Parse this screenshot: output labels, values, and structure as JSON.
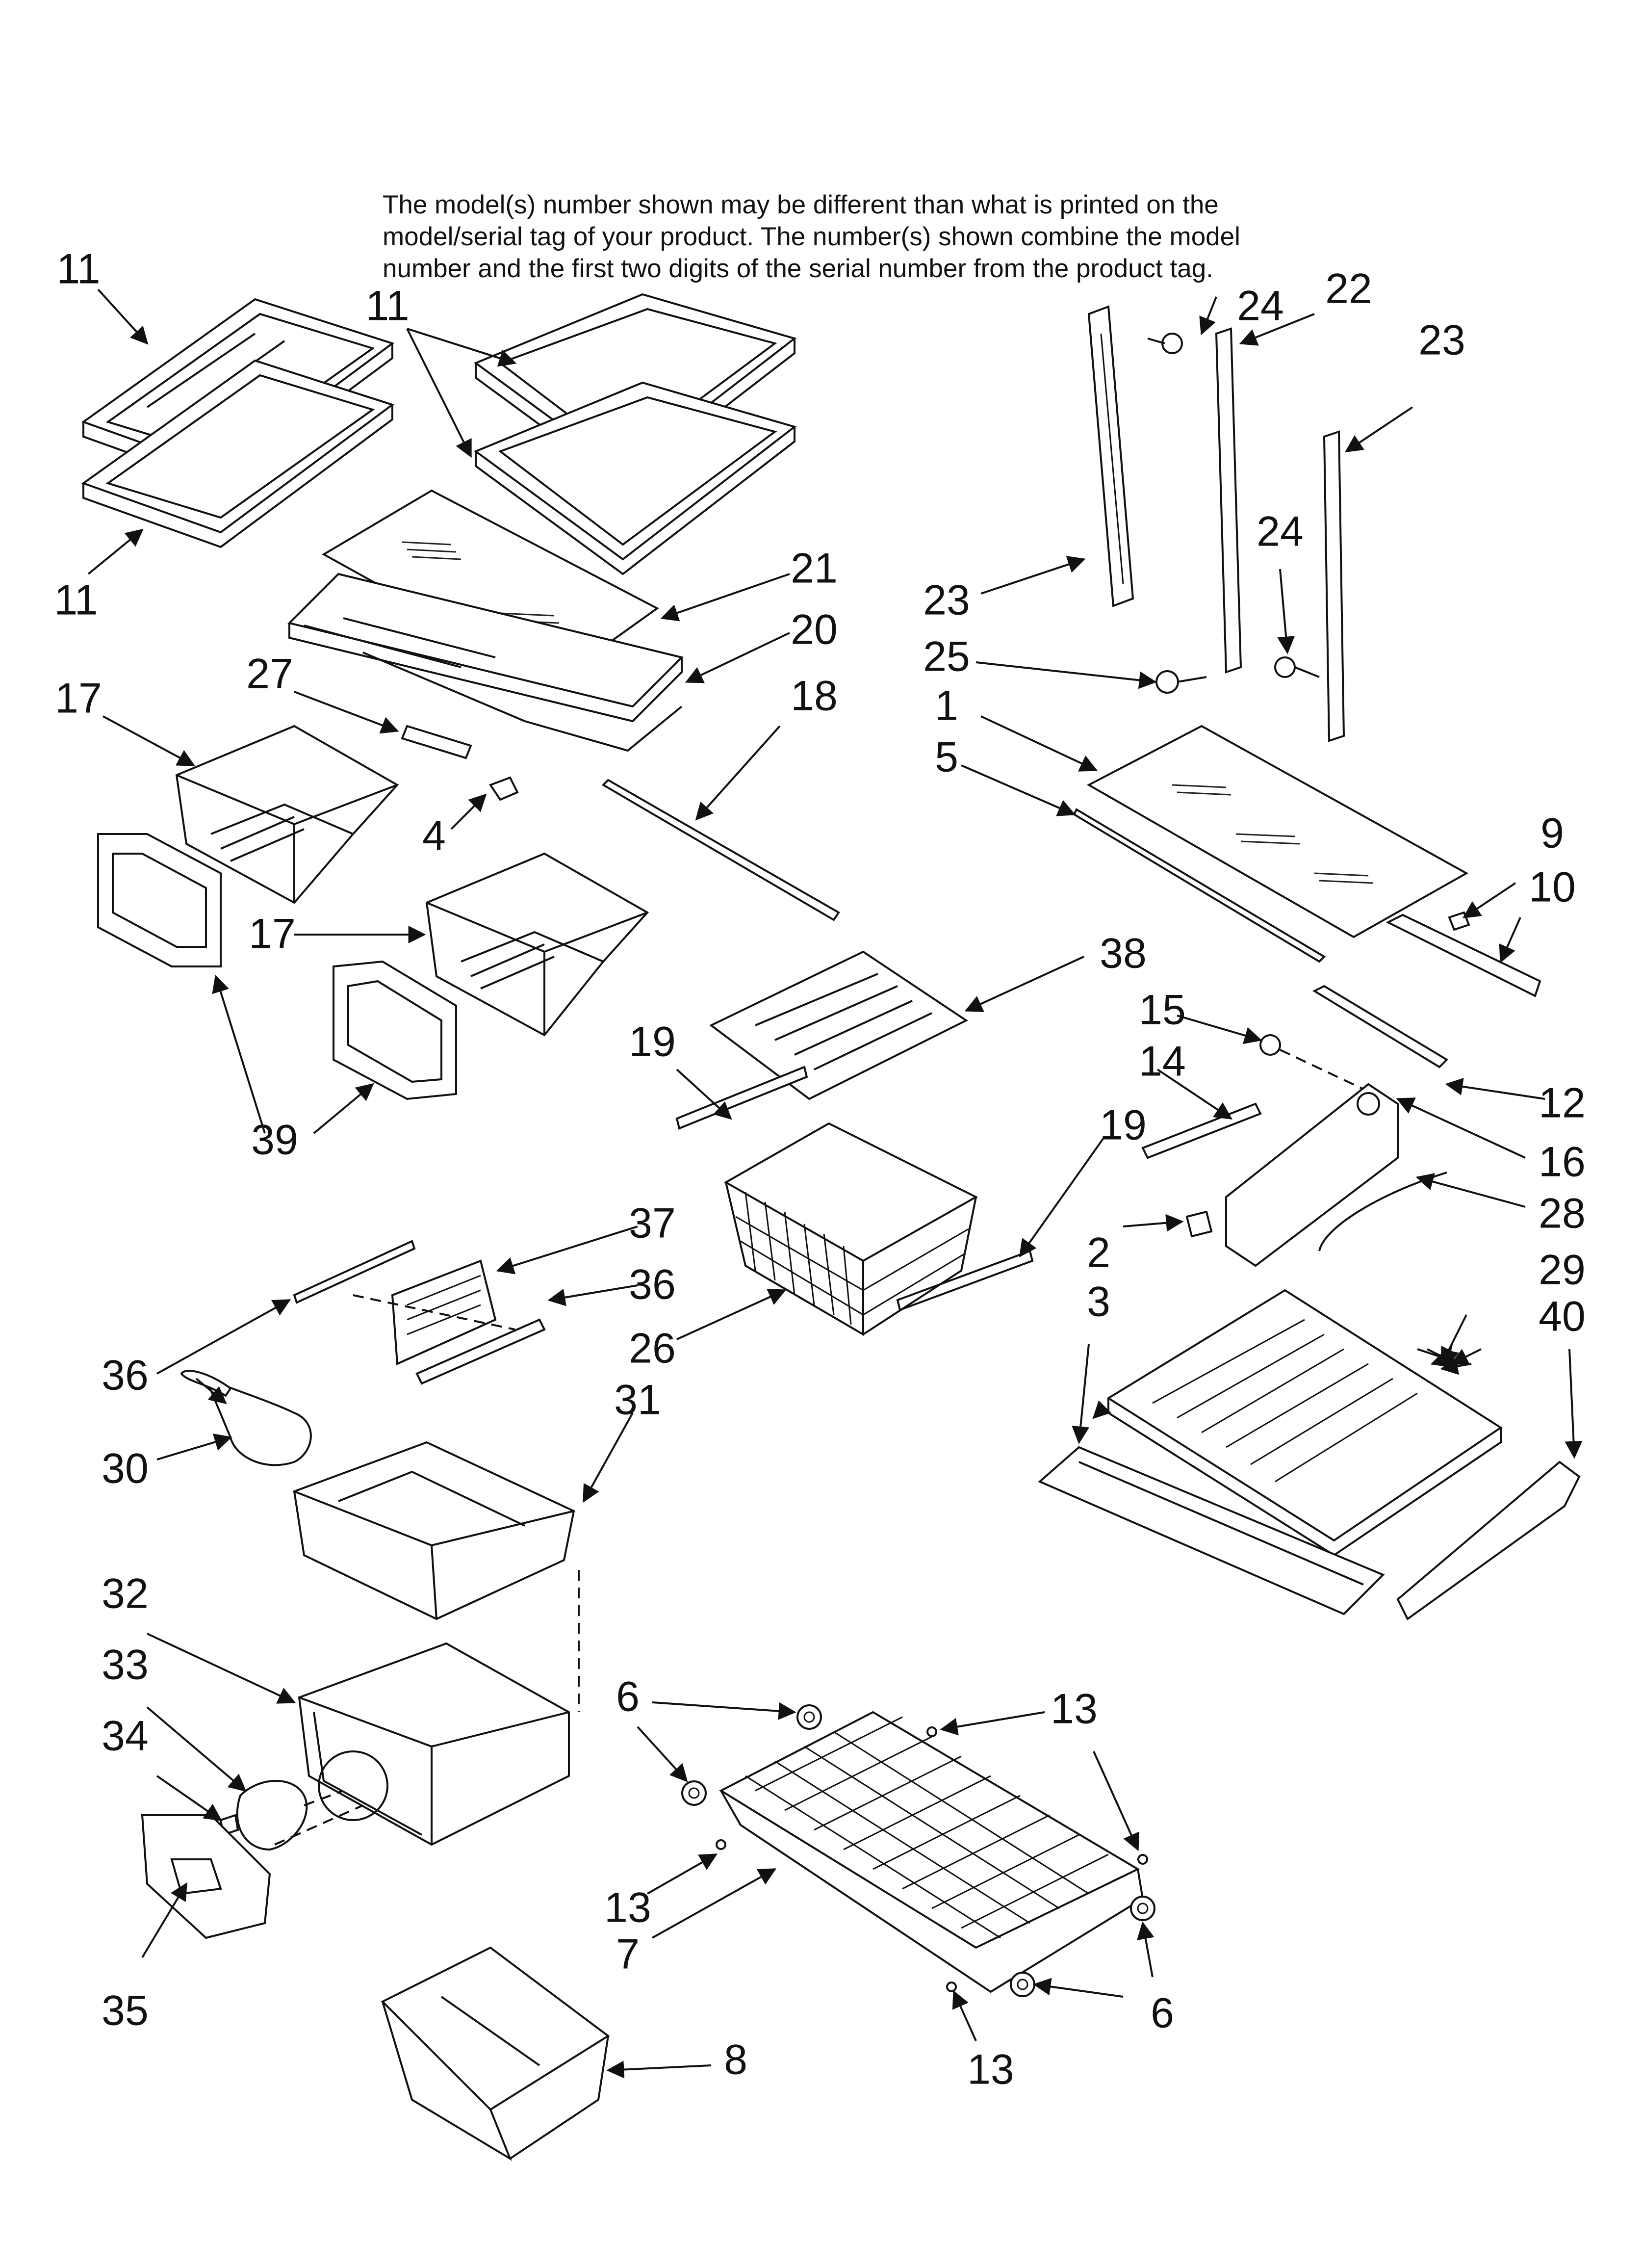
{
  "note": {
    "line1": "The model(s) number shown may be different than what is printed on the",
    "line2": "model/serial tag of your product. The number(s) shown combine the model",
    "line3": "number and the first two digits of the serial number from the product tag."
  },
  "callouts": [
    "1",
    "2",
    "3",
    "4",
    "5",
    "6",
    "7",
    "8",
    "9",
    "10",
    "11",
    "12",
    "13",
    "14",
    "15",
    "16",
    "17",
    "18",
    "19",
    "20",
    "21",
    "22",
    "23",
    "24",
    "25",
    "26",
    "27",
    "28",
    "29",
    "30",
    "31",
    "32",
    "33",
    "34",
    "35",
    "36",
    "37",
    "38",
    "39",
    "40"
  ]
}
